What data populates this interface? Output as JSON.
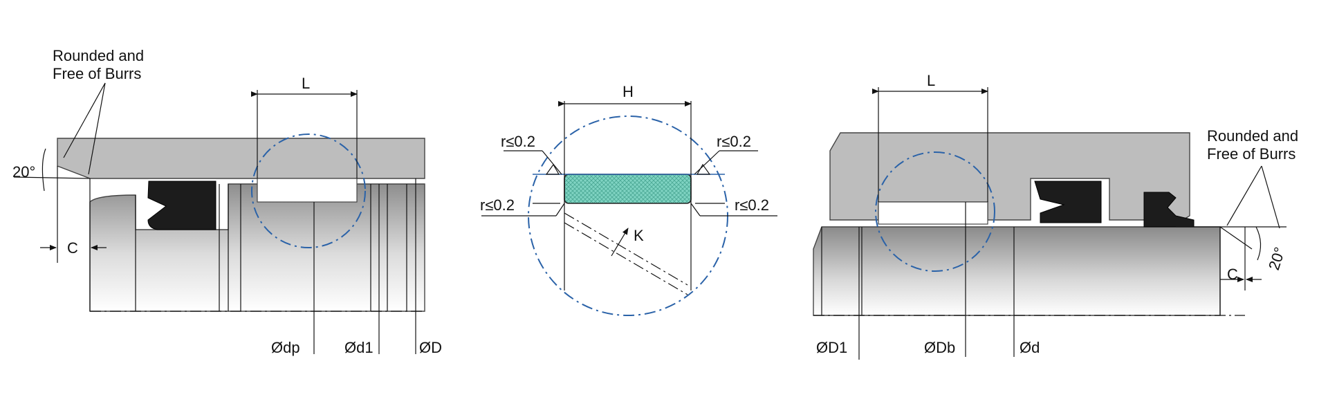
{
  "colors": {
    "housing": "#bdbdbd",
    "seal": "#1c1c1c",
    "detail_circle": "#2a62a8",
    "ring_fill": "#7fd3c2"
  },
  "left": {
    "note": [
      "Rounded and",
      "Free of Burrs"
    ],
    "angle": "20°",
    "chamfer": "C",
    "length": "L",
    "dia_dp": "Ødp",
    "dia_d1": "Ød1",
    "dia_D": "ØD"
  },
  "middle": {
    "width": "H",
    "r_top_left": "r≤0.2",
    "r_top_right": "r≤0.2",
    "r_bottom_left": "r≤0.2",
    "r_bottom_right": "r≤0.2",
    "cut": "K"
  },
  "right": {
    "note": [
      "Rounded and",
      "Free of Burrs"
    ],
    "angle": "20°",
    "chamfer": "C",
    "length": "L",
    "dia_D1": "ØD1",
    "dia_Db": "ØDb",
    "dia_d": "Ød"
  }
}
